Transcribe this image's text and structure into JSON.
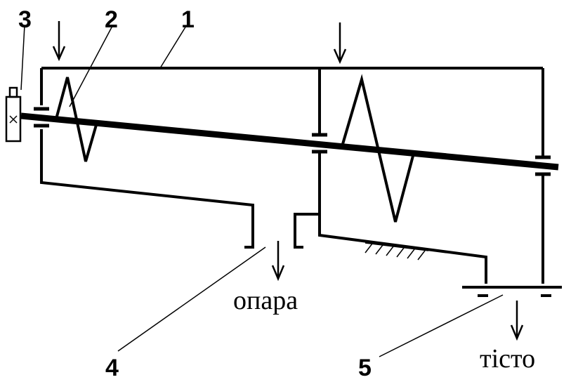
{
  "labels": {
    "callout_1": "1",
    "callout_2": "2",
    "callout_3": "3",
    "callout_4": "4",
    "callout_5": "5",
    "outlet_4": "опара",
    "outlet_5": "тісто"
  },
  "colors": {
    "ink": "#000000",
    "background": "#ffffff"
  }
}
